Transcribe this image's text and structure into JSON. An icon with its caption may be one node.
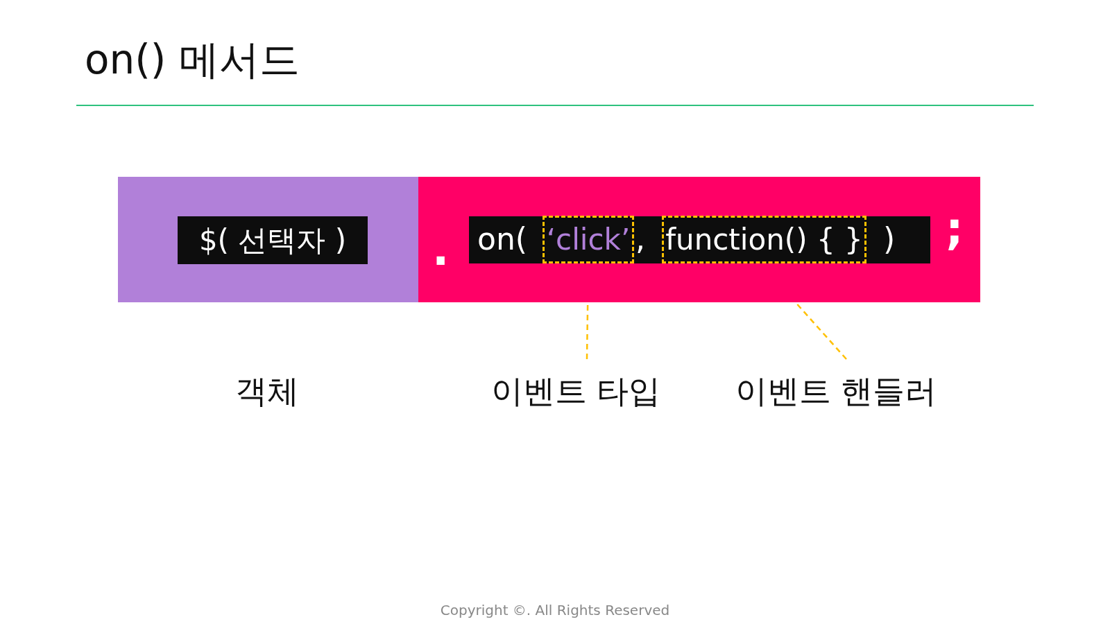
{
  "diagram": {
    "title": "on() 메서드",
    "nodes": [
      {
        "text": [],
        "shape": "box"
      },
      {
        "text": [
          "$( 선택자 )"
        ],
        "in": 0
      },
      {
        "text": [],
        "shape": "box"
      },
      {
        "text": [
          "on(",
          ",",
          ")"
        ],
        "in": 2
      },
      {
        "text": [
          "‘click’"
        ],
        "in": 3
      },
      {
        "text": [
          "function() { }"
        ],
        "in": 3
      },
      {
        "text": [
          "객체"
        ]
      },
      {
        "text": [
          "이벤트 타입"
        ]
      },
      {
        "text": [
          "이벤트 핸들러"
        ]
      }
    ],
    "edges": [
      {
        "from": 7,
        "to": 4,
        "arrow": "none",
        "style": "dashed",
        "color": "#ffc000"
      },
      {
        "from": 8,
        "to": 5,
        "arrow": "none",
        "style": "dashed",
        "color": "#ffc000"
      }
    ],
    "labels": [
      ".",
      ";",
      "Copyright ©. All Rights Reserved"
    ]
  }
}
